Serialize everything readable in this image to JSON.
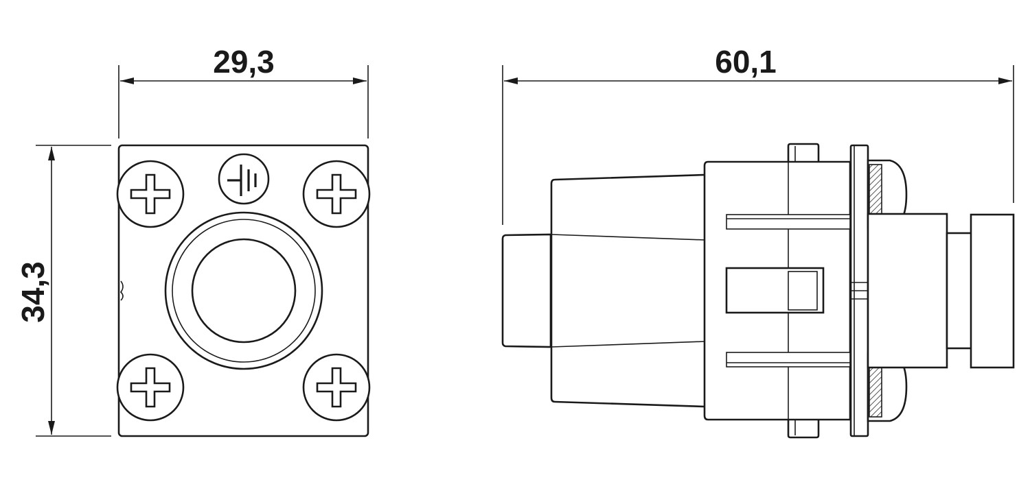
{
  "dimensions": {
    "front_width": "29,3",
    "front_height": "34,3",
    "side_length": "60,1"
  },
  "colors": {
    "line": "#1a1a1a",
    "background": "#ffffff"
  },
  "icons": {
    "ground": "ground-symbol-icon",
    "screw": "phillips-screw-icon"
  }
}
